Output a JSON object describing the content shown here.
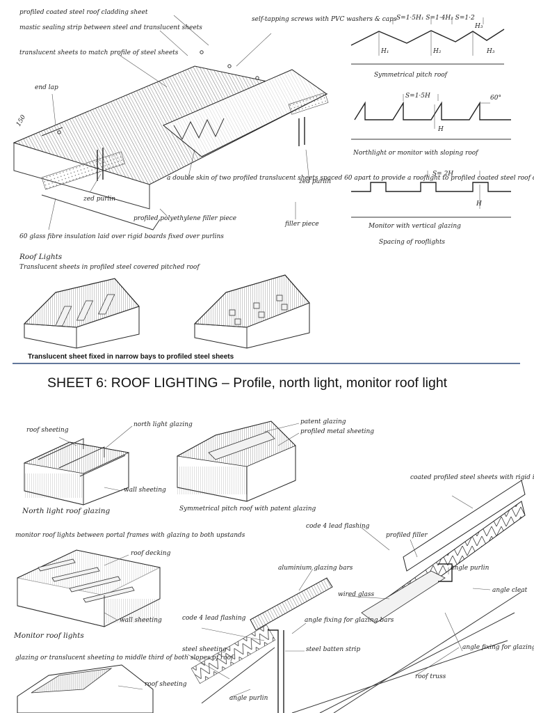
{
  "top_left": {
    "labels": {
      "cladding": "profiled coated steel roof cladding sheet",
      "mastic": "mastic sealing strip between steel and translucent sheets",
      "translucent": "translucent sheets to match profile of steel sheets",
      "screws": "self-tapping screws with PVC washers & caps",
      "end_lap": "end lap",
      "lap150": "150",
      "zed_left": "zed purlin",
      "double_skin": "a double skin of two profiled translucent sheets spaced 60 apart to provide a rooflight to profiled coated steel roof covering",
      "zed_right": "zed purlin",
      "polyethylene": "profiled polyethylene filler piece",
      "filler": "filler piece",
      "insulation": "60 glass fibre insulation laid over rigid boards fixed over purlins"
    }
  },
  "roof_lights": {
    "heading": "Roof Lights",
    "subheading": "Translucent sheets in profiled steel covered pitched roof",
    "caption": "Translucent sheet fixed in narrow bays to profiled steel sheets"
  },
  "top_right": {
    "symmetrical": {
      "dims": "S=1·5H₁  S=1·4H₂  S=1·2",
      "h_labels": [
        "H₁",
        "H₂",
        "H₃"
      ],
      "top_h3": "H₃",
      "caption": "Symmetrical pitch roof"
    },
    "northlight": {
      "dims": "S=1·5H",
      "angle": "60°",
      "h": "H",
      "caption": "Northlight or monitor with sloping roof"
    },
    "monitor": {
      "dims": "S= 2H",
      "h": "H",
      "caption": "Monitor with vertical glazing",
      "subcaption": "Spacing of rooflights"
    }
  },
  "sheet_title": "SHEET 6: ROOF LIGHTING – Profile, north light, monitor roof light",
  "bottom": {
    "northlight": {
      "roof_sheeting": "roof sheeting",
      "glazing": "north light glazing",
      "wall": "wall sheeting",
      "caption": "North light roof glazing"
    },
    "patent": {
      "patent_glazing": "patent glazing",
      "profiled_metal": "profiled metal sheeting",
      "caption": "Symmetrical pitch roof with patent glazing"
    },
    "monitor": {
      "heading": "monitor roof lights between portal frames with glazing to both upstands",
      "roof_decking": "roof decking",
      "wall": "wall sheeting",
      "caption": "Monitor roof lights"
    },
    "middle_third": {
      "heading": "glazing or translucent sheeting to middle third of both slopes of roof",
      "roof_sheeting": "roof sheeting"
    },
    "detail": {
      "coated": "coated profiled steel sheets with rigid insulation and underlining",
      "code4_top": "code 4 lead flashing",
      "profiled_filler": "profiled filler",
      "aluminium": "aluminium glazing bars",
      "wired": "wired glass",
      "angle_purlin_r": "angle purlin",
      "angle_cleat": "angle cleat",
      "code4_left": "code 4 lead flashing",
      "angle_fixing_mid": "angle fixing for glazing bars",
      "steel_sheeting": "steel sheeting",
      "batten": "steel batten strip",
      "angle_fixing_r": "angle fixing for glazing bars",
      "roof_truss": "roof truss",
      "angle_purlin_l": "angle purlin"
    }
  }
}
